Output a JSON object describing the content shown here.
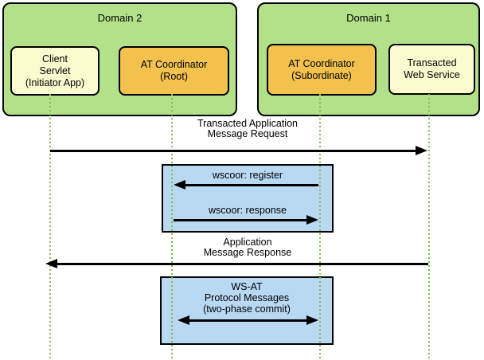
{
  "colors": {
    "domain_fill": "#b3e18a",
    "box_border": "#000000",
    "app_fill": "#fbfbd0",
    "coordinator_fill": "#f2c14e",
    "protocol_fill": "#b9d8f2",
    "lifeline": "#7cbd52",
    "ink": "#000000"
  },
  "domains": [
    {
      "title": "Domain 2",
      "components": [
        {
          "label": "Client\nServlet\n(Initiator App)",
          "type": "application"
        },
        {
          "label": "AT Coordinator\n(Root)",
          "type": "coordinator"
        }
      ]
    },
    {
      "title": "Domain 1",
      "components": [
        {
          "label": "AT Coordinator\n(Subordinate)",
          "type": "coordinator"
        },
        {
          "label": "Transacted\nWeb Service",
          "type": "service"
        }
      ]
    }
  ],
  "messages": {
    "request": {
      "label": "Transacted Application\nMessage Request",
      "direction": "right"
    },
    "register": {
      "label": "wscoor: register",
      "direction": "left"
    },
    "register_response": {
      "label": "wscoor: response",
      "direction": "right"
    },
    "app_response": {
      "label": "Application\nMessage Response",
      "direction": "left"
    },
    "ws_at": {
      "label": "WS-AT\nProtocol Messages\n(two-phase commit)",
      "direction": "both"
    }
  }
}
